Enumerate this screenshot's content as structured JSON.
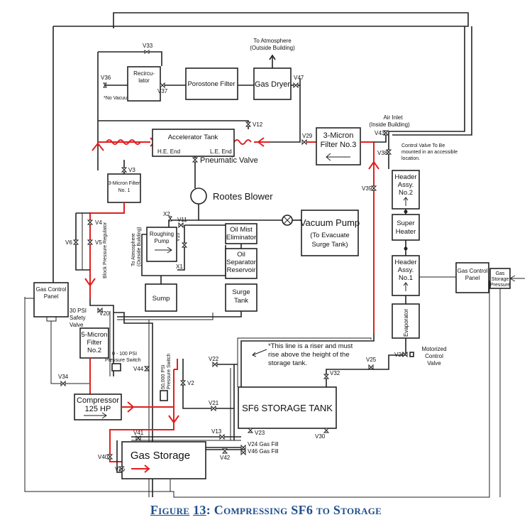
{
  "figure": {
    "caption_prefix": "Figure",
    "caption_number": "13",
    "caption_text": ": Compressing SF6 to Storage"
  },
  "components": {
    "recirculator": [
      "Recircu-",
      "lator"
    ],
    "no_vacuum": "*No Vacuum",
    "porostone_filter": "Porostone Filter",
    "gas_dryer": "Gas Dryer",
    "to_atmosphere": [
      "To Atmosphere",
      "(Outside Building)"
    ],
    "accelerator_tank": "Accelerator Tank",
    "he_end": "H.E. End",
    "le_end": "L.E. End",
    "pneumatic_valve": "Pneumatic Valve",
    "air_inlet": [
      "Air Inlet",
      "(Inside Building)"
    ],
    "micron3": [
      "3-Micron",
      "Filter No.3"
    ],
    "control_valve_note": [
      "Control Valve To Be",
      "mounted in an accessible",
      "location."
    ],
    "micron_filter1": [
      "3-Micron Filter",
      "No. 1"
    ],
    "rootes_blower": "Rootes Blower",
    "vacuum_pump": "Vacuum Pump",
    "vacuum_pump_sub": [
      "(To Evacuate",
      "Surge Tank)"
    ],
    "roughing_pump": [
      "Roughing",
      "Pump"
    ],
    "oil_mist": [
      "Oil Mist",
      "Eliminator"
    ],
    "oil_separator": [
      "Oil",
      "Separator",
      "Reservoir"
    ],
    "to_atmosphere_vertical": [
      "To Atmosphere",
      "(Outside Building)"
    ],
    "sump": "Sump",
    "surge_tank": [
      "Surge",
      "Tank"
    ],
    "block_pressure_regulator": "Block Pressure Regulator",
    "gas_control_panel_left": [
      "Gas Control",
      "Panel"
    ],
    "safety_valve": [
      "30 PSI",
      "Safety",
      "Valve"
    ],
    "micron5": [
      "5-Micron",
      "Filter",
      "No.2"
    ],
    "pressure_switch_small": [
      "0 - 100 PSI",
      "Pressure Switch"
    ],
    "pressure_switch_big": [
      "50,000 PSI",
      "Pressure Switch"
    ],
    "compressor": [
      "Compressor",
      "125 HP"
    ],
    "riser_note": [
      "*This line is a riser and must",
      "rise above the height of the",
      "storage tank."
    ],
    "sf6_tank": "SF6  STORAGE TANK",
    "gas_storage": "Gas Storage",
    "gas_fill_24": "V24 Gas Fill",
    "gas_fill_46": "V46 Gas Fill",
    "header2": [
      "Header",
      "Assy.",
      "No.2"
    ],
    "super_heater": [
      "Super",
      "Heater"
    ],
    "header1": [
      "Header",
      "Assy.",
      "No.1"
    ],
    "evaporator": "Evaporator",
    "gas_control_panel_right": [
      "Gas Control",
      "Panel"
    ],
    "gas_storage_pressure": [
      "Gas",
      "Storage",
      "Pressure"
    ],
    "motorized_valve": [
      "Motorized",
      "Control",
      "Valve"
    ]
  },
  "valves": {
    "V33": "V33",
    "V36": "V36",
    "V37": "V37",
    "V47": "V47",
    "V12": "V12",
    "V29": "V29",
    "V43": "V43",
    "V38": "V38",
    "V3": "V3",
    "V39": "V39",
    "X2": "X2",
    "V11": "V11",
    "V10": "V10",
    "X1": "X1",
    "V4": "V4",
    "V5": "V5",
    "V6": "V6",
    "V20": "V20",
    "V44": "V44",
    "V34": "V34",
    "V2": "V2",
    "V22": "V22",
    "V21": "V21",
    "V32": "V32",
    "V25": "V25",
    "V26": "V26",
    "V13": "V13",
    "V23": "V23",
    "V41": "V41",
    "V42": "V42",
    "V40": "V40",
    "V45": "V45",
    "V30": "V30"
  }
}
